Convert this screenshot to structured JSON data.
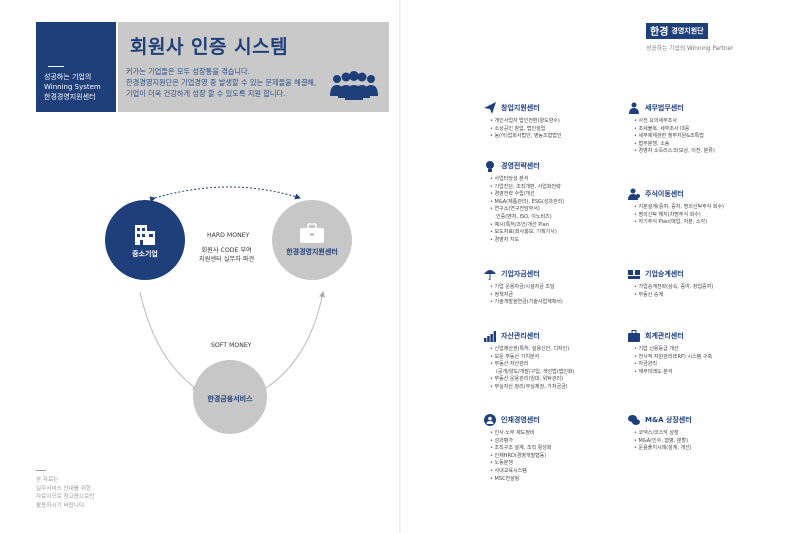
{
  "header": {
    "blue_lines": [
      "성공하는 기업의",
      "Winning System",
      "한경경영지원센터"
    ],
    "title": "회원사 인증 시스템",
    "desc_lines": [
      "커가는 기업들은 모두 성장통을 겪습니다.",
      "한경경영지원단은 기업경영 중 발생할 수 있는 문제들을 해결해,",
      "기업이 더욱 건강하게 성장 할 수 있도록 지원 합니다."
    ]
  },
  "diagram": {
    "node_left": "중소기업",
    "node_right": "한경경영지원센터",
    "node_bottom": "한경금융서비스",
    "hard_money": "HARD MONEY",
    "hard_sub": [
      "회원사 CODE 부여",
      "지원센터 실무자 파견"
    ],
    "soft_money": "SOFT MONEY"
  },
  "footnote": [
    "본 자료는",
    "실무서비스 안내를 위한",
    "자료이므로 참고용으로만",
    "활용하시기 바랍니다."
  ],
  "brand": {
    "mark": "한경",
    "name": "경영지원단",
    "tagline": "성공하는 기업의 Winning Partner"
  },
  "centers": [
    {
      "icon": "paper-plane-icon",
      "title": "창업지원센터",
      "items": [
        "개인사업자 법인전환(양도양수)",
        "소상공인 창업, 법인설립",
        "농(어)업회사법인, 영농조합법인"
      ]
    },
    {
      "icon": "lawyer-icon",
      "title": "세무법무센터",
      "items": [
        "사전 요의세무조사",
        "조세불복, 세무조사 대응",
        "세무제재관련 정부지원&조특법",
        "법무분쟁, 소송",
        "경영자 소득리스크(보상, 이전, 분류)"
      ]
    },
    {
      "icon": "lightbulb-icon",
      "title": "경영전략센터",
      "items": [
        "사업타당성 분석",
        "기업진단, 조직개편, 사업화전략",
        "경영전략 수립/개선",
        "M&A(제품관리), ESG(성과관리)",
        "연구소(연구전담부서)",
        "인증(벤처, ISO, 이노비즈)",
        "예시(특허/조언/개선 Plan",
        "보도자료(회사홍보, 기획기사)",
        "경영자 지도"
      ]
    },
    {
      "icon": "investor-icon",
      "title": "주식이동센터",
      "items": [
        "지분설계(증여, 증자, 명의신탁주식 회수)",
        "명의신탁 해지(차명주식 회수)",
        "자기주식 Plan(매입, 처분, 소각)"
      ]
    },
    {
      "icon": "umbrella-icon",
      "title": "기업자금센터",
      "items": [
        "기업 운용자금/시설자금 조달",
        "정책자금",
        "기술개발을연금(기술사업계획서)"
      ]
    },
    {
      "icon": "handshake-icon",
      "title": "기업승계센터",
      "items": [
        "가업승계전략(상속, 증여, 창업증여)",
        "부동산 승계"
      ]
    },
    {
      "icon": "growth-chart-icon",
      "title": "자산관리센터",
      "items": [
        "신업재산권(특허, 실용신안, 디자인)",
        "보운 부동산 가치분석",
        "부동산 자산관리",
        "(공개/양도/개발/구입, 개인법(법인화)",
        "부동산 운용관리(임대, 위탁관리)",
        "부실자산 정리(부실채권, 가처금금)"
      ]
    },
    {
      "icon": "briefcase-icon",
      "title": "회계관리센터",
      "items": [
        "기업 신용등급 개선",
        "전사적 자원관리(ERP) 시스템 구축",
        "자금관리",
        "재무미래도 분석"
      ]
    },
    {
      "icon": "people-icon",
      "title": "인재경영센터",
      "items": [
        "인사·노무 제도정비",
        "성과평가",
        "조직구조 설계, 조직 활성화",
        "인재HRD(경영개발협동)",
        "노동분쟁",
        "사내교육시스템",
        "MSC컨설팅"
      ]
    },
    {
      "icon": "speech-bubbles-icon",
      "title": "M&A 상장센터",
      "items": [
        "코넥스/코스닥 상장",
        "M&A(인수, 합병, 분할)",
        "운용플지시례(설계, 개선)"
      ]
    }
  ],
  "colors": {
    "primary": "#1f3f7a",
    "gray_panel": "#c9c9c9",
    "circle_gray": "#c7c7c7"
  }
}
